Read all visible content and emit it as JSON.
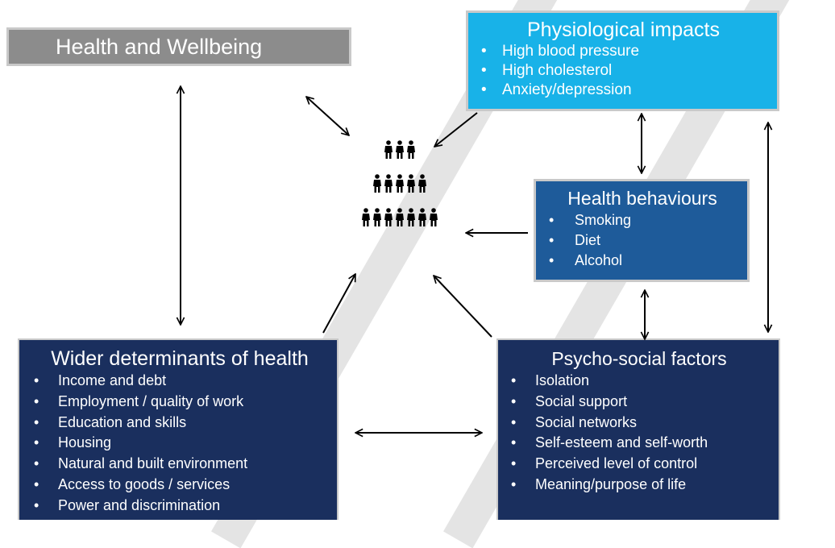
{
  "health_wellbeing": {
    "title": "Health and Wellbeing"
  },
  "physiological": {
    "title": "Physiological impacts",
    "items": [
      "High blood pressure",
      "High cholesterol",
      "Anxiety/depression"
    ]
  },
  "behaviours": {
    "title": "Health behaviours",
    "items": [
      "Smoking",
      "Diet",
      "Alcohol"
    ]
  },
  "wider": {
    "title": "Wider determinants of health",
    "items": [
      "Income and debt",
      "Employment / quality of work",
      "Education and skills",
      "Housing",
      "Natural and built environment",
      "Access to goods / services",
      "Power and discrimination"
    ]
  },
  "psychosocial": {
    "title": "Psycho-social factors",
    "items": [
      "Isolation",
      "Social support",
      "Social networks",
      "Self-esteem and self-worth",
      "Perceived level of control",
      "Meaning/purpose of life"
    ]
  },
  "people_icon": {
    "icon": "people-pyramid-icon",
    "rows": [
      3,
      5,
      7
    ]
  },
  "colors": {
    "grey_box": "#8c8c8c",
    "light_blue": "#18b2e8",
    "mid_blue": "#1e5b9a",
    "navy": "#1a2f5e",
    "border": "#c9c9c9"
  }
}
